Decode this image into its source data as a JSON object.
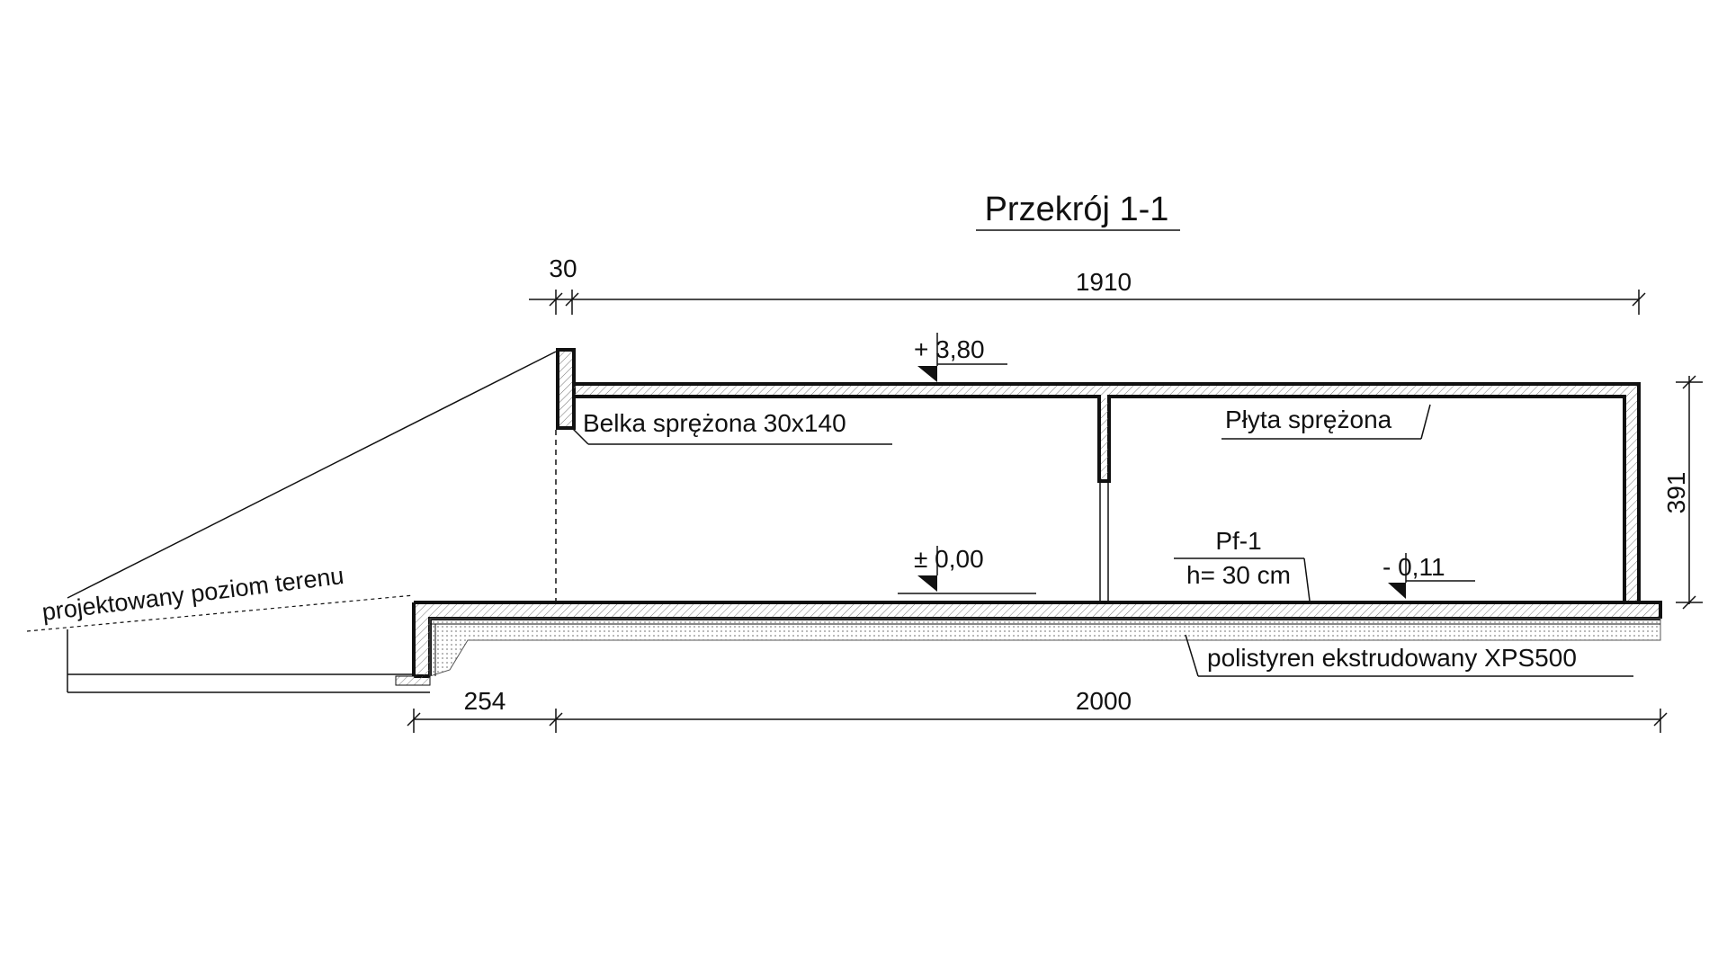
{
  "title": "Przekrój 1-1",
  "dims": {
    "top_small": "30",
    "top_main": "1910",
    "right_height": "391",
    "bottom_left": "254",
    "bottom_main": "2000"
  },
  "levels": {
    "roof": "+ 3,80",
    "floor": "± 0,00",
    "low": "- 0,11"
  },
  "labels": {
    "beam": "Belka sprężona 30x140",
    "slab": "Płyta sprężona",
    "floor_type": "Pf-1",
    "floor_thickness": "h= 30 cm",
    "insulation": "polistyren ekstrudowany XPS500",
    "terrain": "projektowany poziom terenu"
  },
  "colors": {
    "line": "#111111",
    "hatch": "#555555",
    "background": "#ffffff"
  }
}
